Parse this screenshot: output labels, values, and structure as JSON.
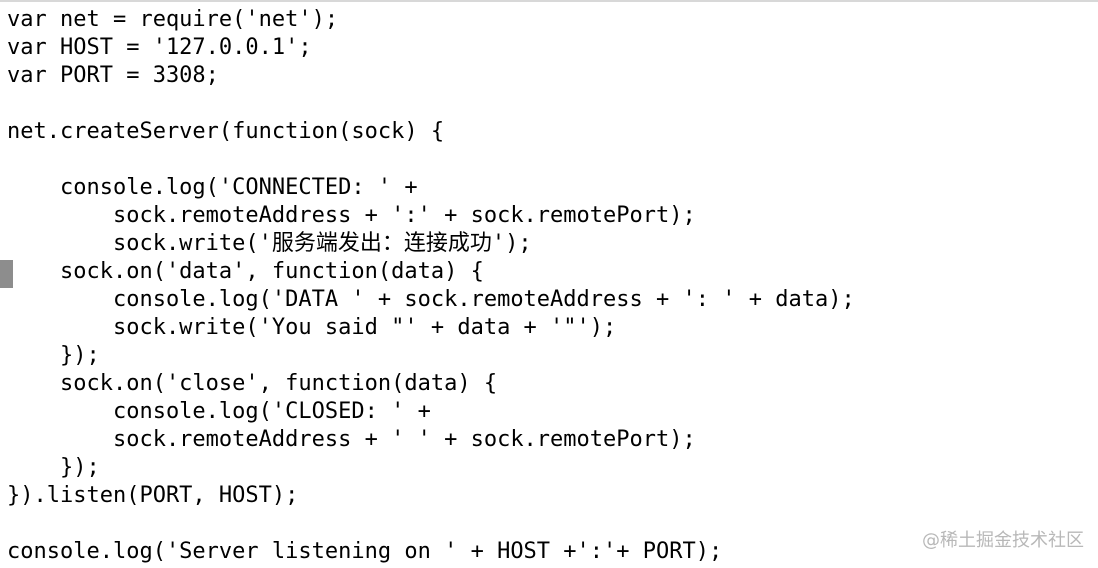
{
  "editor": {
    "lines": [
      "var net = require('net');",
      "var HOST = '127.0.0.1';",
      "var PORT = 3308;",
      "",
      "net.createServer(function(sock) {",
      "",
      "    console.log('CONNECTED: ' +",
      "        sock.remoteAddress + ':' + sock.remotePort);",
      "        sock.write('服务端发出：连接成功');",
      "    sock.on('data', function(data) {",
      "        console.log('DATA ' + sock.remoteAddress + ': ' + data);",
      "        sock.write('You said \"' + data + '\"');",
      "    });",
      "    sock.on('close', function(data) {",
      "        console.log('CLOSED: ' +",
      "        sock.remoteAddress + ' ' + sock.remotePort);",
      "    });",
      "}).listen(PORT, HOST);",
      "",
      "console.log('Server listening on ' + HOST +':'+ PORT);"
    ]
  },
  "watermark": {
    "text": "@稀土掘金技术社区"
  }
}
